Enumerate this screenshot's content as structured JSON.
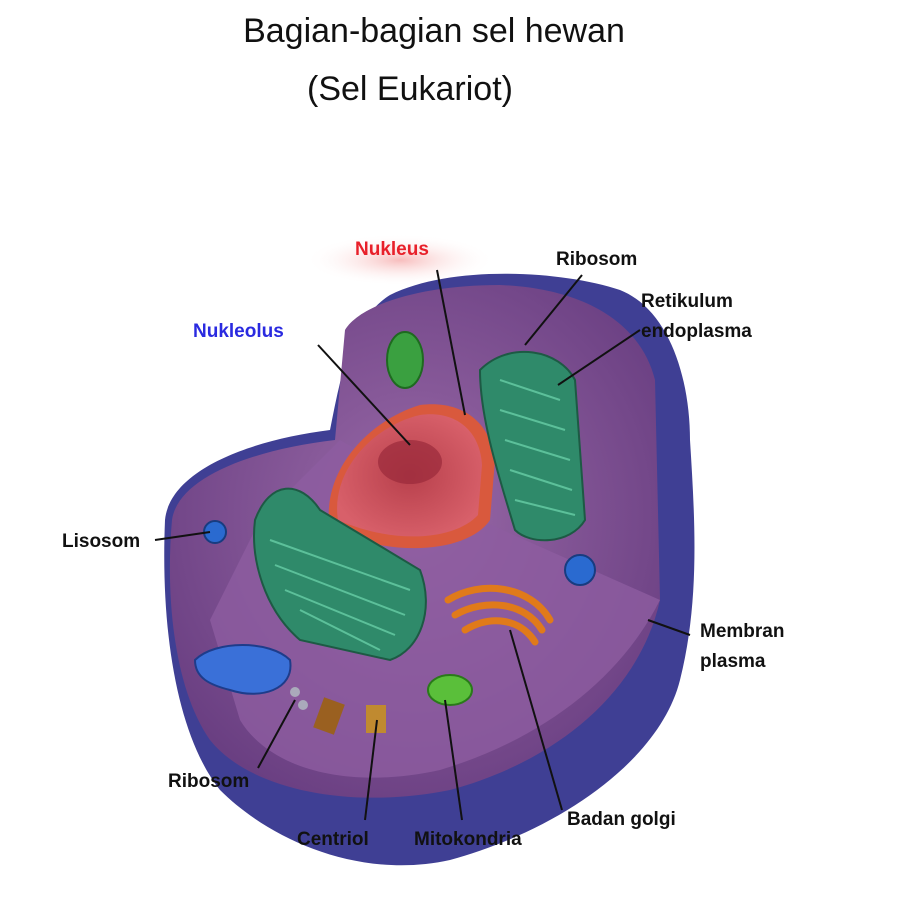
{
  "title": {
    "line1": "Bagian-bagian sel hewan",
    "line2": "(Sel Eukariot)"
  },
  "labels": {
    "nukleus": "Nukleus",
    "nukleolus": "Nukleolus",
    "ribosom_top": "Ribosom",
    "retikulum_1": "Retikulum",
    "retikulum_2": "endoplasma",
    "lisosom": "Lisosom",
    "membran_1": "Membran",
    "membran_2": "plasma",
    "ribosom_bottom": "Ribosom",
    "centriol": "Centriol",
    "mitokondria": "Mitokondria",
    "badan_golgi": "Badan golgi"
  },
  "colors": {
    "nukleus": "#e8202a",
    "nukleolus": "#2a2ae0",
    "cytoplasm": "#7a4a8e",
    "membrane": "#3a3a8e"
  }
}
